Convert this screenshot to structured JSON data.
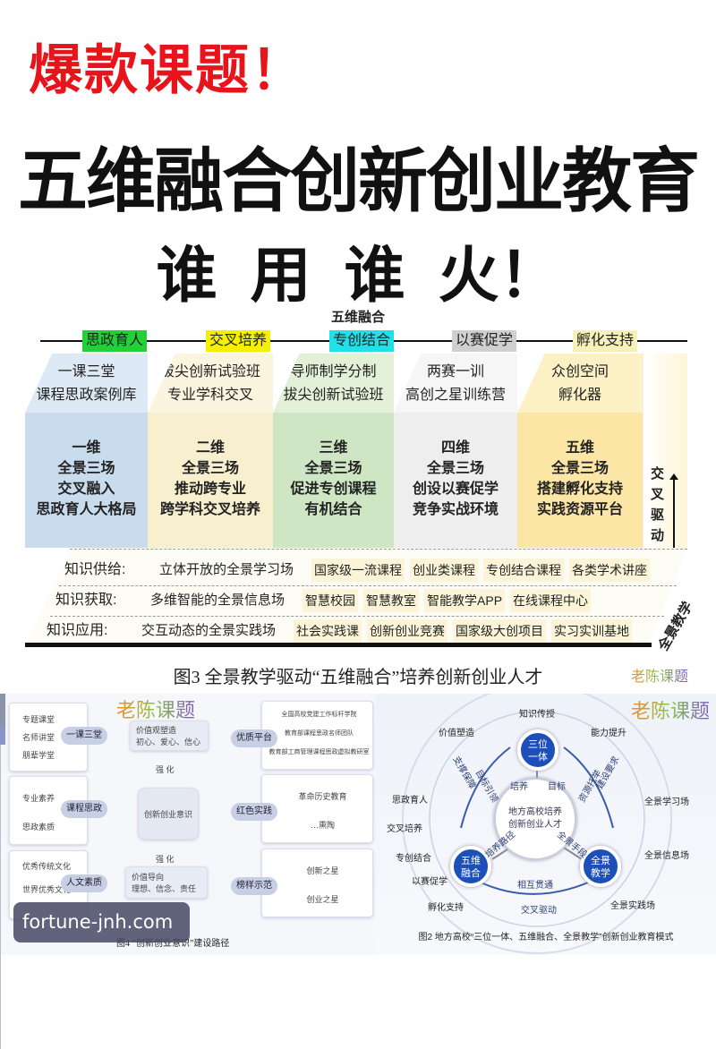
{
  "title_hot": "爆款课题！",
  "title_main": "五维融合创新创业教育",
  "title_slogan": "谁 用 谁 火！",
  "fig3": {
    "header": "五维融合",
    "columns": [
      {
        "tag": "思政育人",
        "tag_color": "#22d13a",
        "color": "#c8dcee",
        "top_color": "#dde9f5",
        "top": [
          "一课三堂",
          "课程思政案例库"
        ],
        "front": [
          "一维",
          "全景三场",
          "交叉融入",
          "思政育人大格局"
        ]
      },
      {
        "tag": "交叉培养",
        "tag_color": "#f5f000",
        "color": "#f8efcf",
        "top_color": "#fbf5df",
        "top": [
          "拔尖创新试验班",
          "专业学科交叉"
        ],
        "front": [
          "二维",
          "全景三场",
          "推动跨专业",
          "跨学科交叉培养"
        ]
      },
      {
        "tag": "专创结合",
        "tag_color": "#22e0e8",
        "color": "#cfe6c4",
        "top_color": "#e1f0d7",
        "top": [
          "导师制学分制",
          "拔尖创新试验班"
        ],
        "front": [
          "三维",
          "全景三场",
          "促进专创课程",
          "有机结合"
        ]
      },
      {
        "tag": "以赛促学",
        "tag_color": "#cfcfcf",
        "color": "#eeeeee",
        "top_color": "#f6f6f6",
        "top": [
          "两赛一训",
          "高创之星训练营"
        ],
        "front": [
          "四维",
          "全景三场",
          "创设以赛促学",
          "竞争实战环境"
        ]
      },
      {
        "tag": "孵化支持",
        "tag_color": "#f7f0b8",
        "color": "#fbe6a6",
        "top_color": "#fbf1c5",
        "top": [
          "众创空间",
          "孵化器"
        ],
        "front": [
          "五维",
          "全景三场",
          "搭建孵化支持",
          "实践资源平台"
        ]
      }
    ],
    "side_label": "交叉驱动",
    "base_label": "全景教学",
    "rows": [
      {
        "label": "知识供给:",
        "main": "立体开放的全景学习场",
        "items": [
          "国家级一流课程",
          "创业类课程",
          "专创结合课程",
          "各类学术讲座"
        ]
      },
      {
        "label": "知识获取:",
        "main": "多维智能的全景信息场",
        "items": [
          "智慧校园",
          "智慧教室",
          "智能教学APP",
          "在线课程中心"
        ]
      },
      {
        "label": "知识应用:",
        "main": "交互动态的全景实践场",
        "items": [
          "社会实践课",
          "创新创业竞赛",
          "国家级大创项目",
          "实习实训基地"
        ]
      }
    ],
    "caption": "图3  全景教学驱动“五维融合”培养创新创业人才"
  },
  "fig4": {
    "left_groups": [
      {
        "pill": "一课三堂",
        "items": [
          "专题课堂",
          "名师讲堂",
          "朋辈学堂"
        ]
      },
      {
        "pill": "课程思政",
        "items": [
          "专业素养",
          "思政素质"
        ]
      },
      {
        "pill": "人文素质",
        "items": [
          "优秀传统文化",
          "世界优秀文化"
        ]
      }
    ],
    "center": "创新创业意识",
    "top_box": [
      "价值观塑造",
      "初心、爱心、信心"
    ],
    "bottom_box": [
      "价值导向",
      "理想、信念、责任"
    ],
    "strengthen": "强  化",
    "right_groups": [
      {
        "pill": "优质平台",
        "items": [
          "全国高校党建工作标杆学院",
          "教育部课程思政名师团队",
          "教育部工商管理课程思政虚拟教研室"
        ]
      },
      {
        "pill": "红色实践",
        "items": [
          "革命历史教育",
          "…熏陶"
        ]
      },
      {
        "pill": "榜样示范",
        "items": [
          "创新之星",
          "创业之星"
        ]
      }
    ],
    "caption": "图4  “创新创业意识”建设路径"
  },
  "fig2": {
    "center": [
      "地方高校培养",
      "创新创业人才"
    ],
    "circles": [
      [
        "三位",
        "一体"
      ],
      [
        "五维",
        "融合"
      ],
      [
        "全景",
        "教学"
      ]
    ],
    "outer_labels": [
      "知识传授",
      "价值塑造",
      "能力提升",
      "思政育人",
      "交叉培养",
      "专创结合",
      "以赛促学",
      "孵化支持",
      "全景学习场",
      "全景信息场",
      "全景实践场"
    ],
    "inner_labels": [
      "培养",
      "目标",
      "相互贯通",
      "交叉驱动",
      "支撑保障",
      "目标引领",
      "资源托举",
      "建设要求",
      "培养路径",
      "全景手段"
    ],
    "caption": "图2  地方高校“三位一体、五维融合、全景教学”创新创业教育模式"
  },
  "watermark": "老陈课题",
  "site_watermark": "fortune-jnh.com"
}
